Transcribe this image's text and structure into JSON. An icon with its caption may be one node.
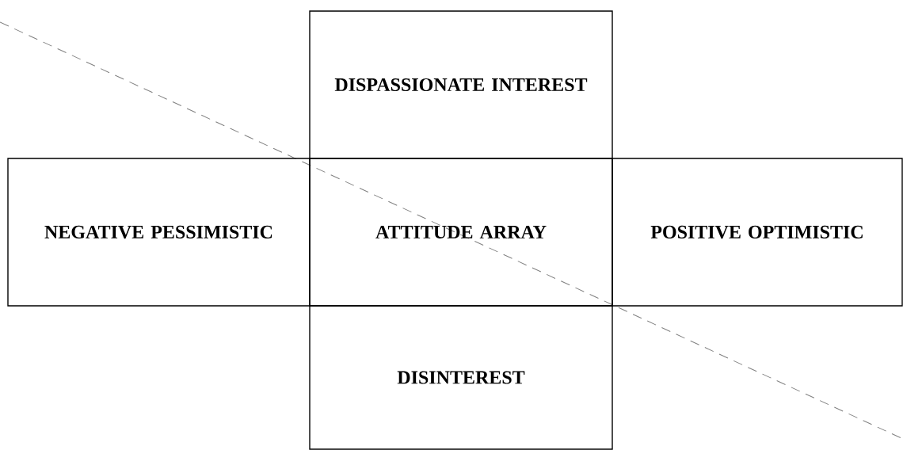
{
  "diagram": {
    "nodes": [
      {
        "text": [
          "DISPASSIONATE INTEREST"
        ]
      },
      {
        "text": [
          "NEGATIVE PESSIMISTIC"
        ]
      },
      {
        "text": [
          "ATTITUDE ARRAY"
        ]
      },
      {
        "text": [
          "POSITIVE OPTIMISTIC"
        ]
      },
      {
        "text": [
          "DISINTEREST"
        ]
      }
    ]
  }
}
